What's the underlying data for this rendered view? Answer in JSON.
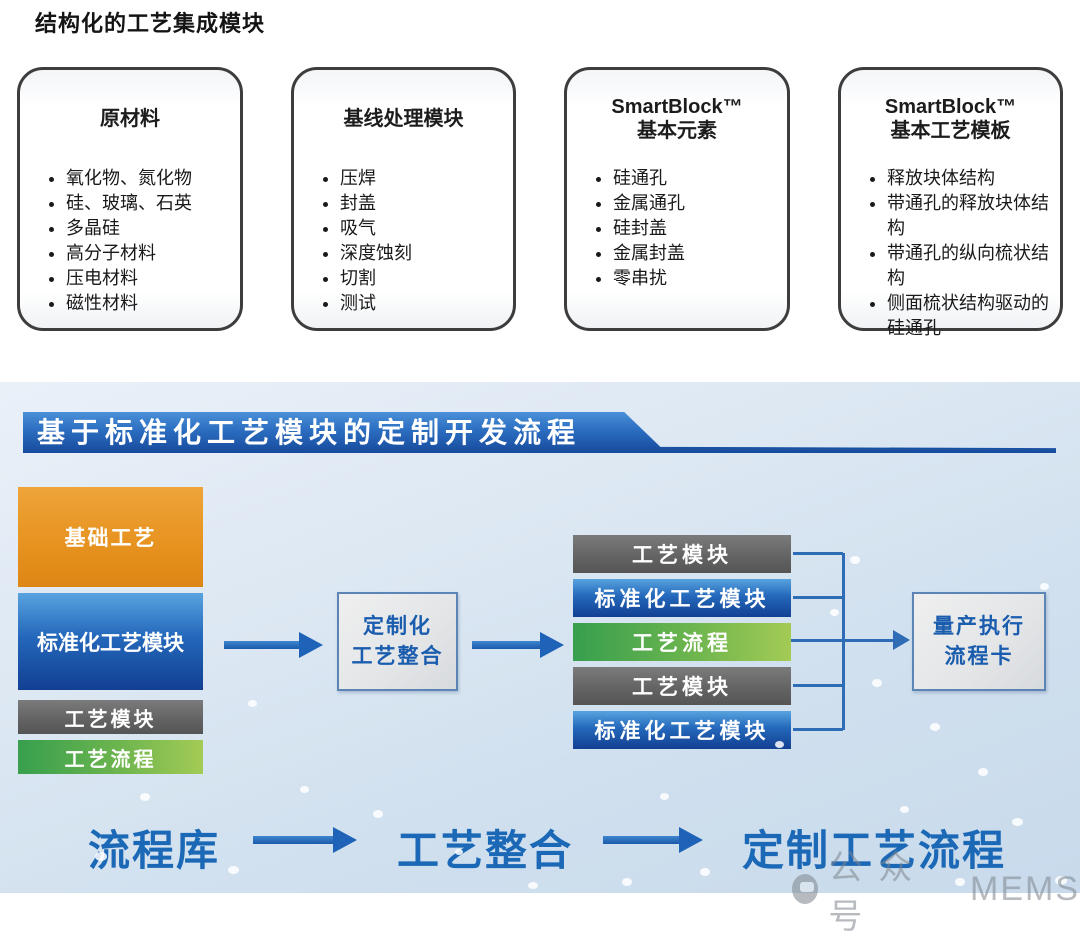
{
  "title": "结构化的工艺集成模块",
  "top_boxes": [
    {
      "title_line1": "原材料",
      "title_line2": "",
      "items": [
        "氧化物、氮化物",
        "硅、玻璃、石英",
        "多晶硅",
        "高分子材料",
        "压电材料",
        "磁性材料"
      ]
    },
    {
      "title_line1": "基线处理模块",
      "title_line2": "",
      "items": [
        "压焊",
        "封盖",
        "吸气",
        "深度蚀刻",
        "切割",
        "测试"
      ]
    },
    {
      "title_line1": "SmartBlock™",
      "title_line2": "基本元素",
      "items": [
        "硅通孔",
        "金属通孔",
        "硅封盖",
        "金属封盖",
        "零串扰"
      ]
    },
    {
      "title_line1": "SmartBlock™",
      "title_line2": "基本工艺模板",
      "items": [
        "释放块体结构",
        "带通孔的释放块体结构",
        "带通孔的纵向梳状结构",
        "侧面梳状结构驱动的硅通孔"
      ]
    }
  ],
  "flow": {
    "banner_title": "基于标准化工艺模块的定制开发流程",
    "left_stack": [
      {
        "label": "基础工艺"
      },
      {
        "label": "标准化工艺模块"
      },
      {
        "label": "工艺模块"
      },
      {
        "label": "工艺流程"
      }
    ],
    "integration_box": {
      "line1": "定制化",
      "line2": "工艺整合"
    },
    "right_stack": [
      {
        "label": "工艺模块"
      },
      {
        "label": "标准化工艺模块"
      },
      {
        "label": "工艺流程"
      },
      {
        "label": "工艺模块"
      },
      {
        "label": "标准化工艺模块"
      }
    ],
    "output_box": {
      "line1": "量产执行",
      "line2": "流程卡"
    },
    "bottom_flow": {
      "step1": "流程库",
      "step2": "工艺整合",
      "step3": "定制工艺流程"
    },
    "watermark": {
      "prefix": "公众号",
      "suffix": "MEMS"
    }
  },
  "colors": {
    "banner_blue": "#2b6dc0",
    "orange_block": "#e6921f",
    "blue_block": "#2468bb",
    "gray_block": "#646464",
    "green_block": "#6db54e",
    "arrow_blue": "#1f63b8",
    "flow_text_blue": "#1b68b6",
    "box_text_blue": "#1a5cad",
    "watermark_gray": "#7e858d"
  }
}
